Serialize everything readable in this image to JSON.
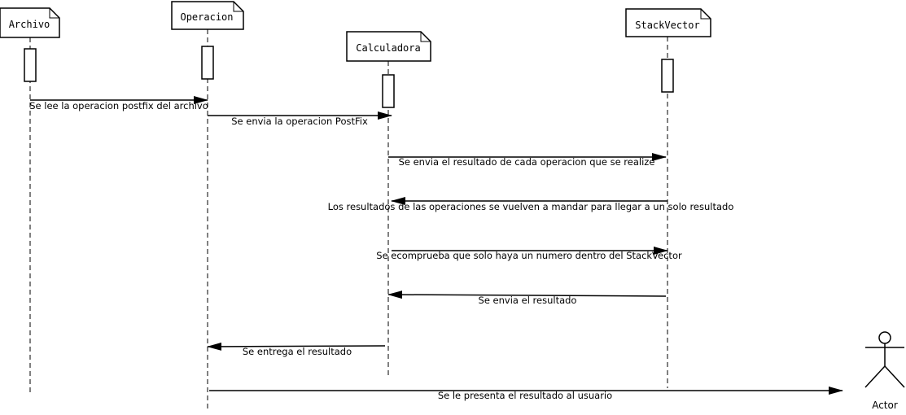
{
  "diagram": {
    "objects": {
      "archivo": "Archivo",
      "operacion": "Operacion",
      "calculadora": "Calculadora",
      "stackvector": "StackVector"
    },
    "actor": "Actor",
    "messages": [
      "Se lee la operacion postfix del archivo",
      "Se envia la operacion PostFix",
      "Se envia el resultado de cada operacion que se realize",
      "Los resultados de las operaciones se vuelven a mandar para llegar a un solo resultado",
      "Se ecomprueba que solo haya un numero dentro del StackVector",
      "Se envia el resultado",
      "Se entrega el resultado",
      "Se le presenta el resultado al usuario"
    ]
  }
}
